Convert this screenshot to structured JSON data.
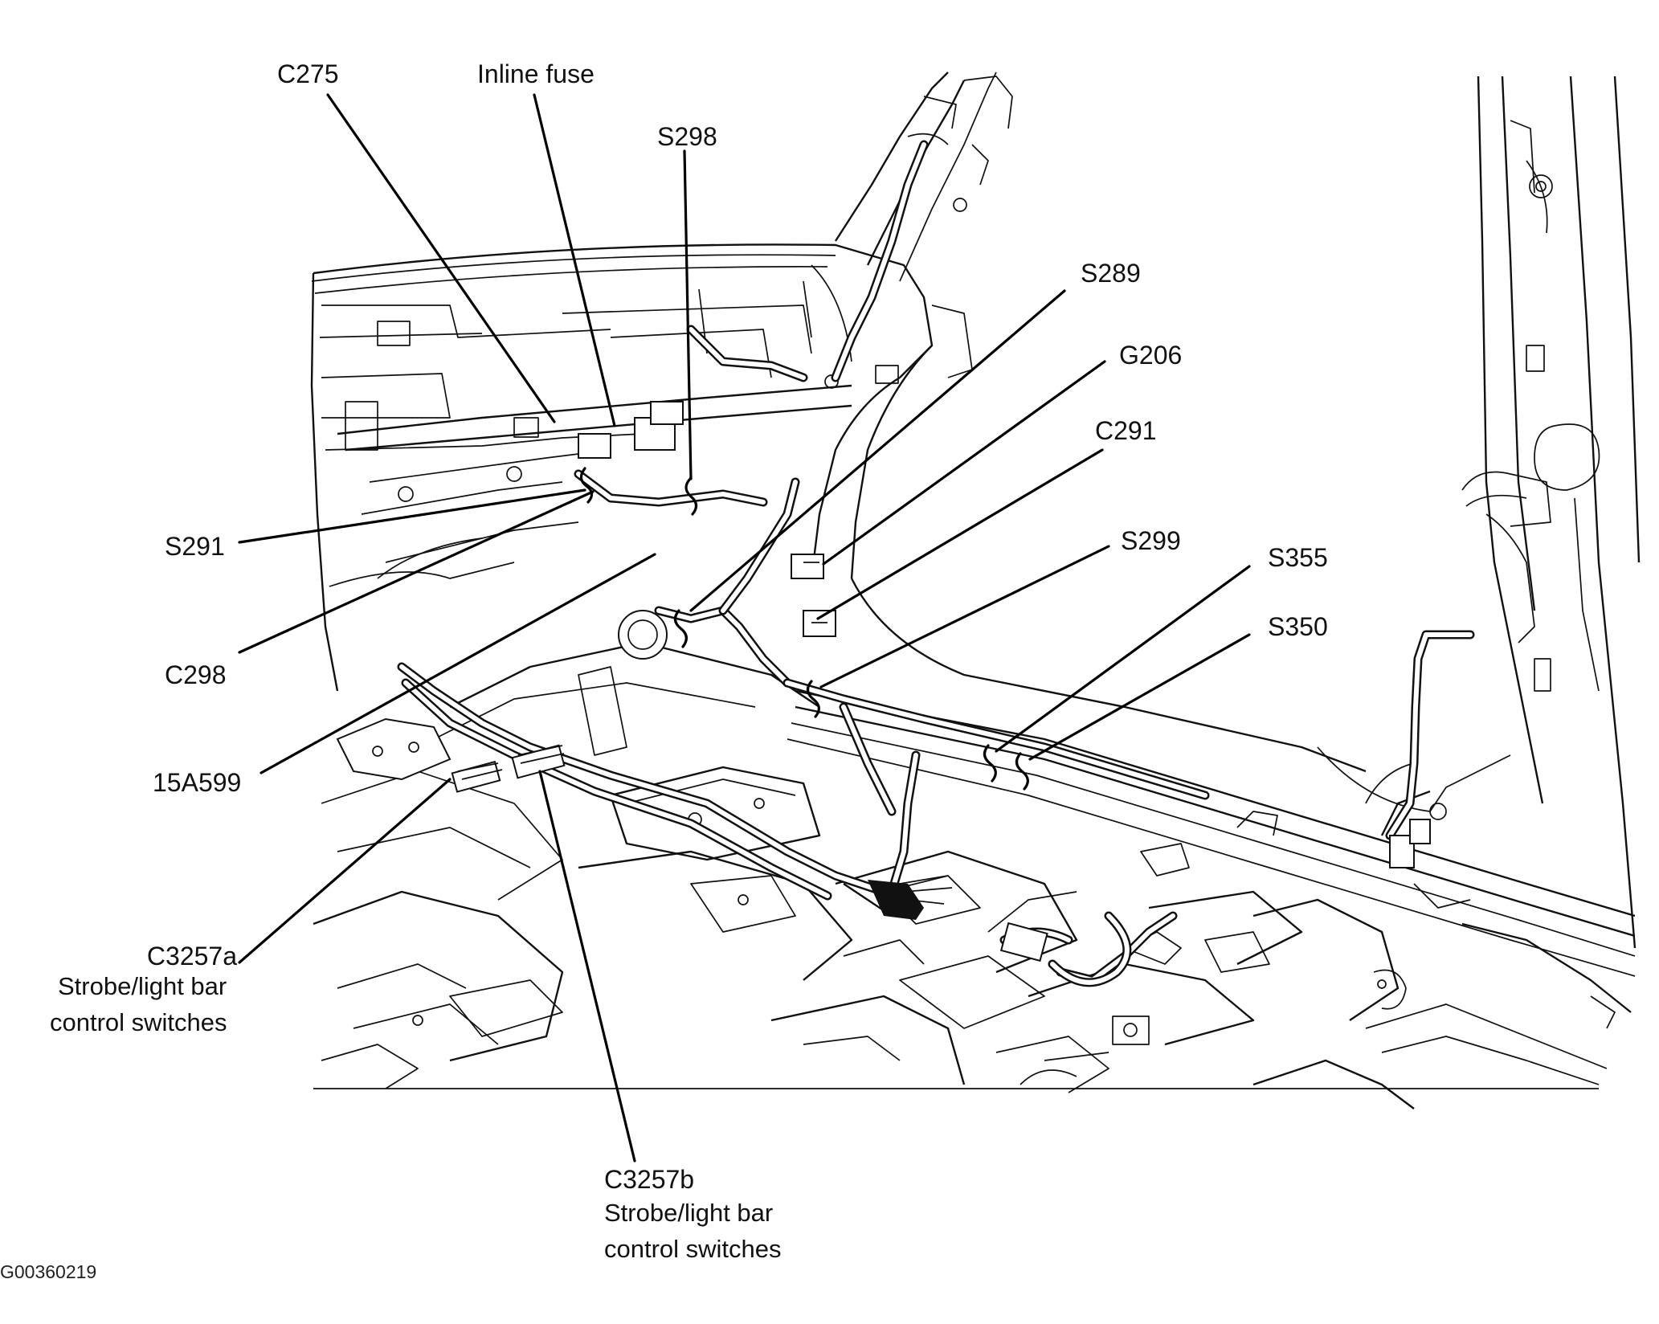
{
  "figure_id": "G00360219",
  "callouts": {
    "c275": "C275",
    "inline_fuse": "Inline fuse",
    "s298": "S298",
    "s289": "S289",
    "g206": "G206",
    "c291": "C291",
    "s299": "S299",
    "s355": "S355",
    "s350": "S350",
    "s291": "S291",
    "c298": "C298",
    "c15a599": "15A599",
    "c3257a": "C3257a",
    "c3257b": "C3257b"
  },
  "descriptions": {
    "c3257a_line1": "Strobe/light bar",
    "c3257a_line2": "control switches",
    "c3257b_line1": "Strobe/light bar",
    "c3257b_line2": "control switches"
  }
}
